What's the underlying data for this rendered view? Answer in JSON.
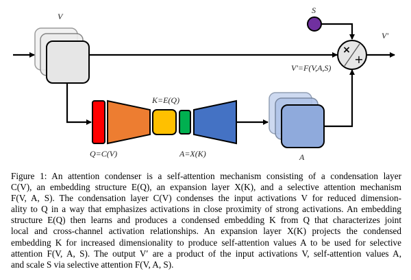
{
  "figure": {
    "labels": {
      "input": "V",
      "condensation": "Q=C(V)",
      "embedding": "K=E(Q)",
      "expansion": "A=X(K)",
      "attention_values": "A",
      "scale": "S",
      "output": "V'",
      "selective_attention": "V'=F(V,A,S)",
      "op_multiply": "×",
      "op_add": "+"
    },
    "colors": {
      "input_stack": "#e6e6e6",
      "condensation_red": "#ff0000",
      "condensation_orange": "#ed7d31",
      "embedding_yellow": "#ffc000",
      "embedding_green": "#00b050",
      "expansion_blue": "#4472c4",
      "attention_stack": "#8faadc",
      "scale_purple": "#7030a0",
      "operator_fill": "#e6e6e6"
    }
  },
  "caption": {
    "lines": [
      "Figure 1: An attention condenser is a self-attention mechanism consisting of a condensation layer",
      "C(V), an embedding structure E(Q), an expansion layer X(K), and a selective attention mechanism",
      "F(V, A, S). The condensation layer C(V) condenses the input activations V for reduced dimension-",
      "ality to Q in a way that emphasizes activations in close proximity of strong activations. An embedding",
      "structure E(Q) then learns and produces a condensed embedding K from Q that characterizes joint",
      "local and cross-channel activation relationships. An expansion layer X(K) projects the condensed",
      "embedding K for increased dimensionality to produce self-attention values A to be used for selective",
      "attention F(V, A, S). The output V′ are a product of the input activations V, self-attention values A,",
      "and scale S via selective attention F(V, A, S)."
    ]
  }
}
